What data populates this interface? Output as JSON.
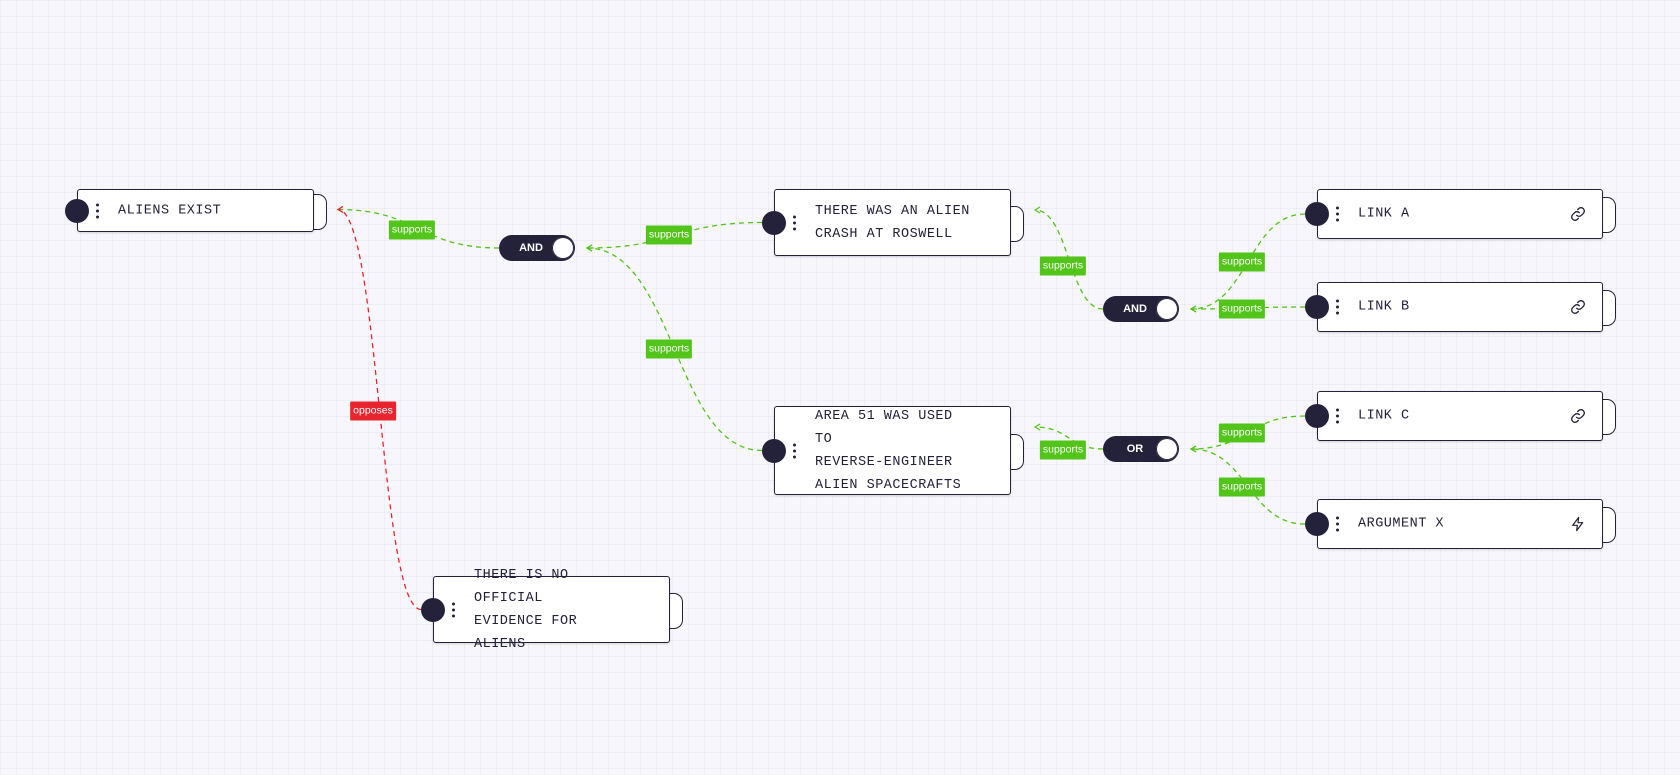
{
  "nodes": [
    {
      "id": "aliens",
      "label": "ALIENS EXIST",
      "icon": null
    },
    {
      "id": "roswell",
      "label": "THERE WAS AN ALIEN\nCRASH AT ROSWELL",
      "icon": null
    },
    {
      "id": "area51",
      "label": "AREA 51 WAS USED TO\nREVERSE-ENGINEER\nALIEN SPACECRAFTS",
      "icon": null
    },
    {
      "id": "noevidence",
      "label": "THERE IS NO OFFICIAL\nEVIDENCE FOR ALIENS",
      "icon": null
    },
    {
      "id": "linka",
      "label": "LINK A",
      "icon": "link-icon"
    },
    {
      "id": "linkb",
      "label": "LINK B",
      "icon": "link-icon"
    },
    {
      "id": "linkc",
      "label": "LINK C",
      "icon": "link-icon"
    },
    {
      "id": "argx",
      "label": "ARGUMENT X",
      "icon": "lightning-icon"
    }
  ],
  "gates": [
    {
      "id": "and1",
      "label": "AND"
    },
    {
      "id": "and2",
      "label": "AND"
    },
    {
      "id": "or1",
      "label": "OR"
    }
  ],
  "edges": [
    {
      "from": "and1",
      "to": "aliens",
      "label": "supports",
      "kind": "support"
    },
    {
      "from": "noevidence",
      "to": "aliens",
      "label": "opposes",
      "kind": "oppose"
    },
    {
      "from": "roswell",
      "to": "and1",
      "label": "supports",
      "kind": "support"
    },
    {
      "from": "area51",
      "to": "and1",
      "label": "supports",
      "kind": "support"
    },
    {
      "from": "and2",
      "to": "roswell",
      "label": "supports",
      "kind": "support"
    },
    {
      "from": "linka",
      "to": "and2",
      "label": "supports",
      "kind": "support"
    },
    {
      "from": "linkb",
      "to": "and2",
      "label": "supports",
      "kind": "support"
    },
    {
      "from": "or1",
      "to": "area51",
      "label": "supports",
      "kind": "support"
    },
    {
      "from": "linkc",
      "to": "or1",
      "label": "supports",
      "kind": "support"
    },
    {
      "from": "argx",
      "to": "or1",
      "label": "supports",
      "kind": "support"
    }
  ],
  "colors": {
    "node_dark": "#23223a",
    "support": "#52c41a",
    "oppose": "#e8242f"
  }
}
